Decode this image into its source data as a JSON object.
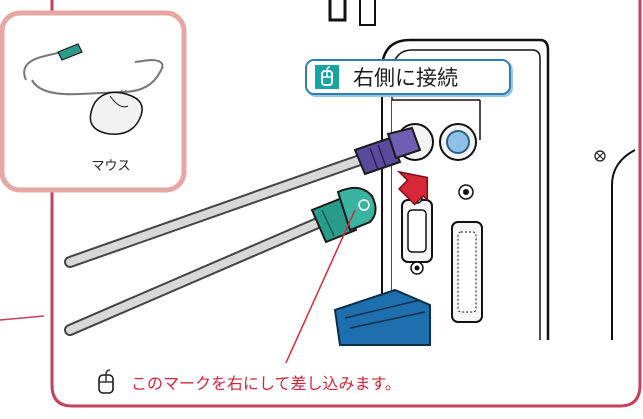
{
  "thumbnail": {
    "caption": "マウス"
  },
  "callout": {
    "text": "右側に接続",
    "icon": "mouse-icon"
  },
  "instruction": {
    "text": "このマークを右にして差し込みます。",
    "icon": "mouse-icon"
  },
  "colors": {
    "frame_red": "#c2435a",
    "thumb_border": "#e6a7a4",
    "callout_blue": "#2d7fb3",
    "teal": "#16a3a3",
    "arrow_red": "#d7283a",
    "purple_plug": "#5a4a9c",
    "green_plug": "#2a9c8c",
    "port_blue": "#8fc0e6",
    "vga_blue": "#1e6fae"
  }
}
